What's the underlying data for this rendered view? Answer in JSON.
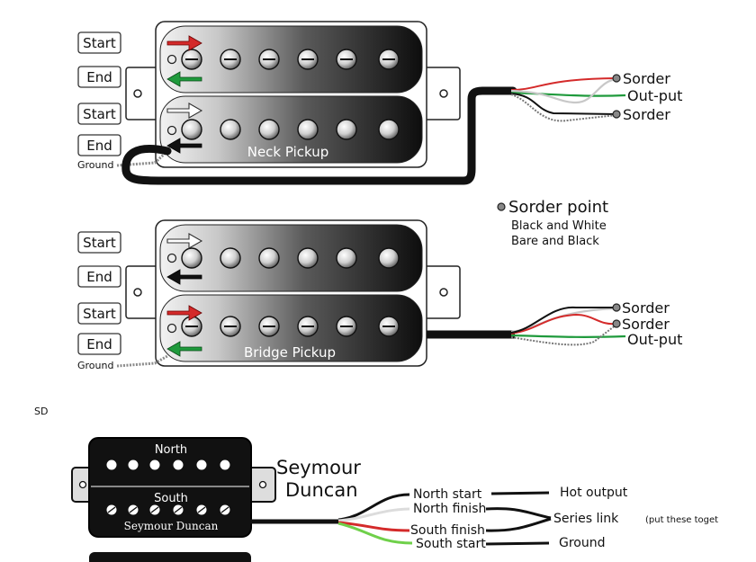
{
  "colors": {
    "red": "#d42a2a",
    "green": "#1f9a3c",
    "black": "#111111",
    "white": "#ffffff",
    "bare": "#8c8c8c"
  },
  "neck": {
    "title": "Neck Pickup",
    "buttons": [
      "Start",
      "End",
      "Start",
      "End"
    ],
    "ground": "Ground",
    "outputs": [
      "Sorder",
      "Out-put",
      "Sorder"
    ]
  },
  "legend": {
    "title": "Sorder point",
    "line1": "Black and White",
    "line2": "Bare and Black"
  },
  "bridge": {
    "title": "Bridge Pickup",
    "buttons": [
      "Start",
      "End",
      "Start",
      "End"
    ],
    "ground": "Ground",
    "outputs": [
      "Sorder",
      "Sorder",
      "Out-put"
    ]
  },
  "section_label": "SD",
  "sd": {
    "brand_line1": "Seymour",
    "brand_line2": "Duncan",
    "coil_north": "North",
    "coil_south": "South",
    "cover_brand": "Seymour Duncan",
    "wires": [
      "North start",
      "North finish",
      "South finish",
      "South start"
    ],
    "targets": [
      "Hot output",
      "Series link",
      "(put these toget",
      "Ground"
    ]
  }
}
